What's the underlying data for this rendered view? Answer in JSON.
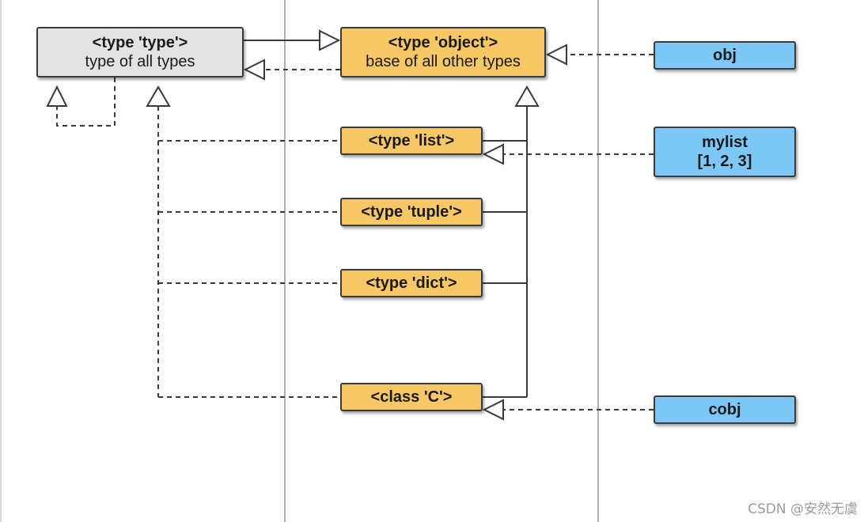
{
  "nodes": {
    "type": {
      "title": "<type 'type'>",
      "subtitle": "type of all types"
    },
    "object": {
      "title": "<type 'object'>",
      "subtitle": "base of all other types"
    },
    "list": {
      "title": "<type 'list'>"
    },
    "tuple": {
      "title": "<type 'tuple'>"
    },
    "dict": {
      "title": "<type 'dict'>"
    },
    "classc": {
      "title": "<class 'C'>"
    },
    "obj": {
      "title": "obj"
    },
    "mylist": {
      "title": "mylist",
      "subtitle": "[1, 2, 3]"
    },
    "cobj": {
      "title": "cobj"
    }
  },
  "edges": [
    {
      "from": "type",
      "to": "object",
      "kind": "inheritance",
      "style": "solid"
    },
    {
      "from": "object",
      "to": "type",
      "kind": "instance-of",
      "style": "dashed"
    },
    {
      "from": "type",
      "to": "type",
      "kind": "instance-of",
      "style": "dashed"
    },
    {
      "from": "list",
      "to": "object",
      "kind": "inheritance",
      "style": "solid"
    },
    {
      "from": "tuple",
      "to": "object",
      "kind": "inheritance",
      "style": "solid"
    },
    {
      "from": "dict",
      "to": "object",
      "kind": "inheritance",
      "style": "solid"
    },
    {
      "from": "classc",
      "to": "object",
      "kind": "inheritance",
      "style": "solid"
    },
    {
      "from": "list",
      "to": "type",
      "kind": "instance-of",
      "style": "dashed"
    },
    {
      "from": "tuple",
      "to": "type",
      "kind": "instance-of",
      "style": "dashed"
    },
    {
      "from": "dict",
      "to": "type",
      "kind": "instance-of",
      "style": "dashed"
    },
    {
      "from": "classc",
      "to": "type",
      "kind": "instance-of",
      "style": "dashed"
    },
    {
      "from": "obj",
      "to": "object",
      "kind": "instance-of",
      "style": "dashed"
    },
    {
      "from": "mylist",
      "to": "list",
      "kind": "instance-of",
      "style": "dashed"
    },
    {
      "from": "cobj",
      "to": "classc",
      "kind": "instance-of",
      "style": "dashed"
    }
  ],
  "colors": {
    "metaclass": "#e3e3e3",
    "class": "#f8c766",
    "instance": "#7ec8f8",
    "column_divider": "#b0b0b0",
    "line": "#3a3a3a"
  },
  "watermark": "CSDN @安然无虞"
}
